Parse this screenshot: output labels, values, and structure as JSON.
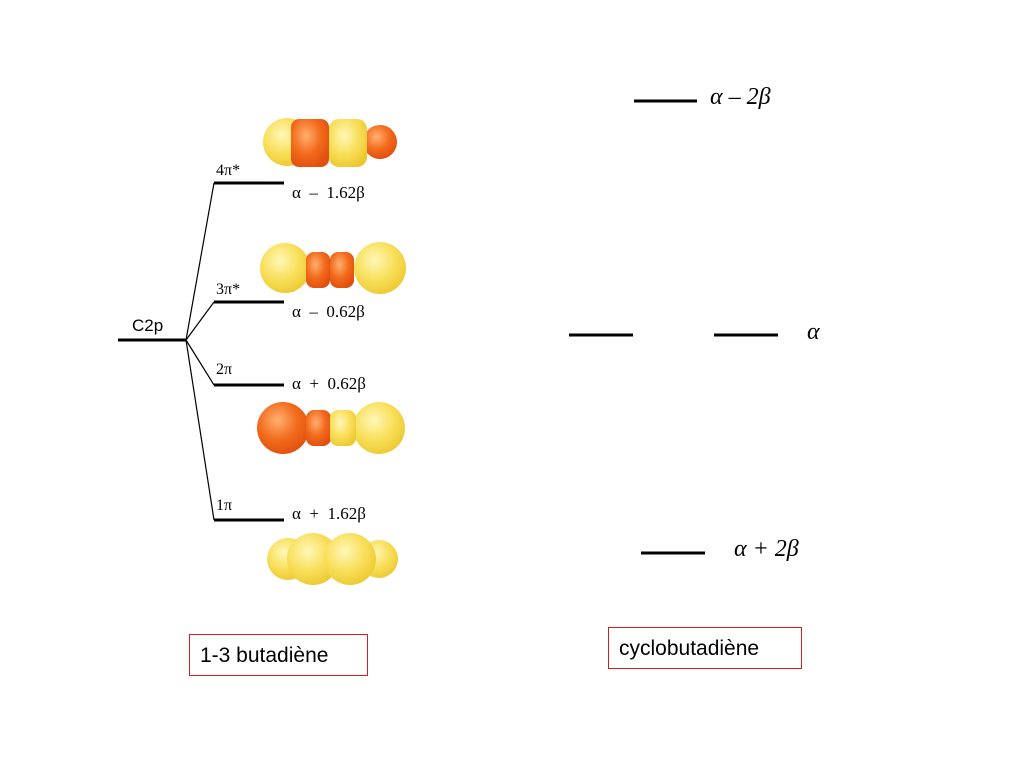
{
  "butadiene": {
    "root_label": "C2p",
    "levels": [
      {
        "label": "4π*",
        "energy": "α  –  1.62β"
      },
      {
        "label": "3π*",
        "energy": "α  –  0.62β"
      },
      {
        "label": "2π",
        "energy": "α  +  0.62β"
      },
      {
        "label": "1π",
        "energy": "α  +  1.62β"
      }
    ],
    "caption": "1-3 butadiène"
  },
  "cyclobutadiene": {
    "levels": [
      {
        "energy": "α – 2β"
      },
      {
        "energy": "α"
      },
      {
        "energy": "α + 2β"
      }
    ],
    "caption": "cyclobutadiène"
  },
  "colors": {
    "orbital_yellow": "#f7d94a",
    "orbital_orange": "#f26a1b",
    "caption_border": "#d42020"
  }
}
